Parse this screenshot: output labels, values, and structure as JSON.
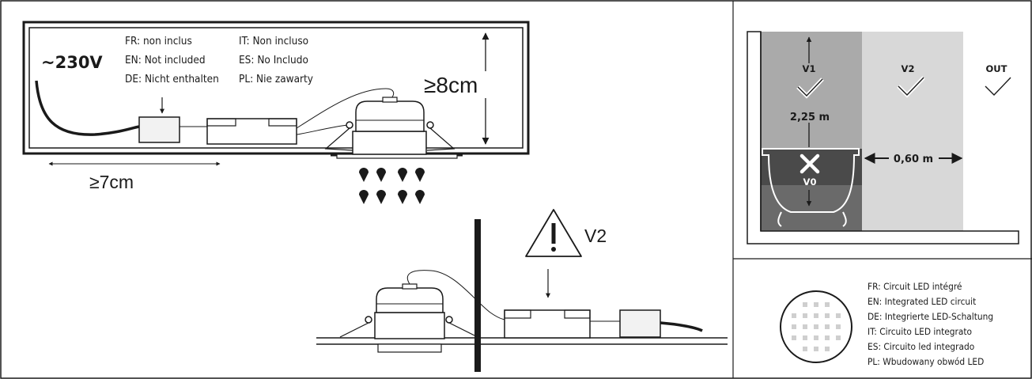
{
  "install": {
    "voltage": "~230V",
    "driver_note": {
      "fr": "FR: non inclus",
      "en": "EN: Not included",
      "de": "DE: Nicht enthalten",
      "it": "IT: Non incluso",
      "es": "ES: No Includo",
      "pl": "PL: Nie zawarty"
    },
    "depth_min": "≥8cm",
    "cable_min": "≥7cm"
  },
  "warning": {
    "zone": "V2"
  },
  "bathroom": {
    "zone_v1": "V1",
    "zone_v2": "V2",
    "zone_out": "OUT",
    "zone_v0": "V0",
    "height": "2,25 m",
    "width": "0,60 m",
    "colors": {
      "v0": "#4a4a4a",
      "v1": "#aaaaaa",
      "v2": "#d8d8d8"
    }
  },
  "led": {
    "fr": "FR: Circuit LED intégré",
    "en": "EN: Integrated LED circuit",
    "de": "DE: Integrierte LED-Schaltung",
    "it": "IT: Circuito LED integrato",
    "es": "ES: Circuito led integrado",
    "pl": "PL: Wbudowany obwód LED"
  }
}
